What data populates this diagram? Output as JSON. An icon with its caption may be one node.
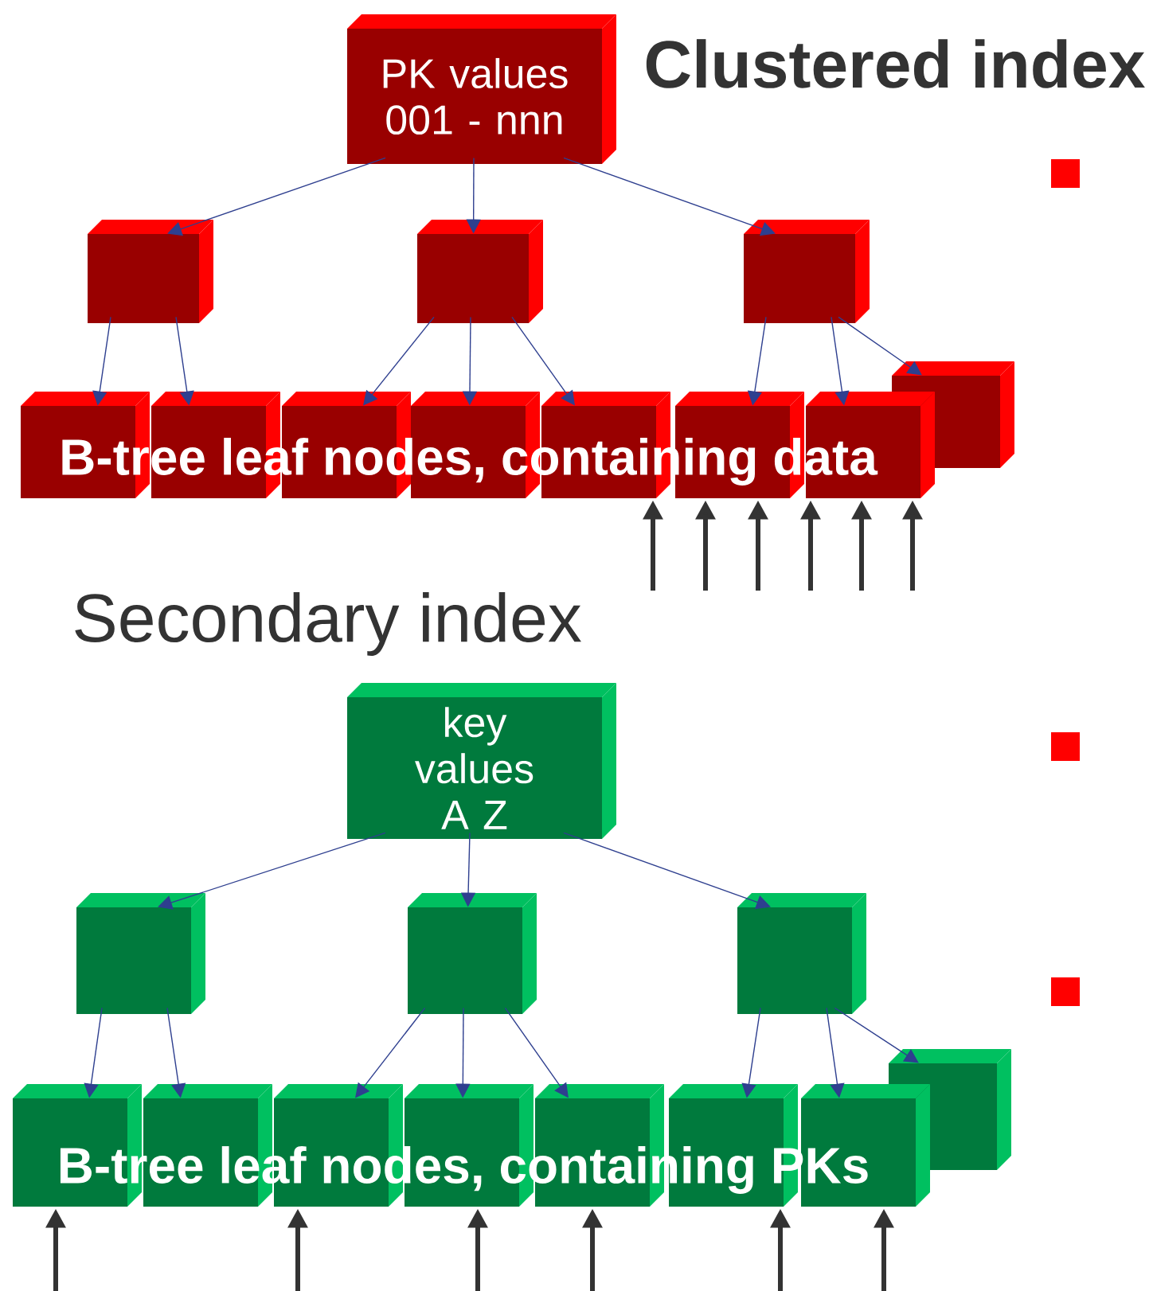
{
  "diagram": {
    "nodes": [
      {
        "text": [
          "PK values 001 - nnn"
        ]
      },
      {
        "text": [],
        "shape": "box"
      },
      {
        "text": [],
        "shape": "box"
      },
      {
        "text": [],
        "shape": "box"
      },
      {
        "text": [],
        "shape": "box"
      },
      {
        "text": [],
        "shape": "box"
      },
      {
        "text": [],
        "shape": "box"
      },
      {
        "text": [],
        "shape": "box"
      },
      {
        "text": [],
        "shape": "box"
      },
      {
        "text": [],
        "shape": "box"
      },
      {
        "text": [],
        "shape": "box"
      },
      {
        "text": [],
        "shape": "box"
      },
      {
        "text": [
          "key values A Z"
        ]
      },
      {
        "text": [],
        "shape": "box"
      },
      {
        "text": [],
        "shape": "box"
      },
      {
        "text": [],
        "shape": "box"
      },
      {
        "text": [],
        "shape": "box"
      },
      {
        "text": [],
        "shape": "box"
      },
      {
        "text": [],
        "shape": "box"
      },
      {
        "text": [],
        "shape": "box"
      },
      {
        "text": [],
        "shape": "box"
      },
      {
        "text": [],
        "shape": "box"
      },
      {
        "text": [],
        "shape": "box"
      },
      {
        "text": [],
        "shape": "box"
      }
    ],
    "edges": [
      {
        "from": 0,
        "to": 1,
        "arrow": "to"
      },
      {
        "from": 0,
        "to": 2,
        "arrow": "to"
      },
      {
        "from": 0,
        "to": 3,
        "arrow": "to"
      },
      {
        "from": 1,
        "to": 4,
        "arrow": "to"
      },
      {
        "from": 1,
        "to": 5,
        "arrow": "to"
      },
      {
        "from": 2,
        "to": 6,
        "arrow": "to"
      },
      {
        "from": 2,
        "to": 7,
        "arrow": "to"
      },
      {
        "from": 2,
        "to": 8,
        "arrow": "to"
      },
      {
        "from": 3,
        "to": 9,
        "arrow": "to"
      },
      {
        "from": 3,
        "to": 10,
        "arrow": "to"
      },
      {
        "from": 3,
        "to": 11,
        "arrow": "to"
      },
      {
        "from": null,
        "to": 8,
        "arrow": "to",
        "style": "thick",
        "color": "#333333"
      },
      {
        "from": null,
        "to": 9,
        "arrow": "to",
        "style": "thick",
        "color": "#333333"
      },
      {
        "from": null,
        "to": 9,
        "arrow": "to",
        "style": "thick",
        "color": "#333333"
      },
      {
        "from": null,
        "to": 10,
        "arrow": "to",
        "style": "thick",
        "color": "#333333"
      },
      {
        "from": null,
        "to": 10,
        "arrow": "to",
        "style": "thick",
        "color": "#333333"
      },
      {
        "from": null,
        "to": 10,
        "arrow": "to",
        "style": "thick",
        "color": "#333333"
      },
      {
        "from": 12,
        "to": 13,
        "arrow": "to"
      },
      {
        "from": 12,
        "to": 14,
        "arrow": "to"
      },
      {
        "from": 12,
        "to": 15,
        "arrow": "to"
      },
      {
        "from": 13,
        "to": 16,
        "arrow": "to"
      },
      {
        "from": 13,
        "to": 17,
        "arrow": "to"
      },
      {
        "from": 14,
        "to": 18,
        "arrow": "to"
      },
      {
        "from": 14,
        "to": 19,
        "arrow": "to"
      },
      {
        "from": 14,
        "to": 20,
        "arrow": "to"
      },
      {
        "from": 15,
        "to": 21,
        "arrow": "to"
      },
      {
        "from": 15,
        "to": 22,
        "arrow": "to"
      },
      {
        "from": 15,
        "to": 23,
        "arrow": "to"
      },
      {
        "from": null,
        "to": 16,
        "arrow": "to",
        "style": "thick",
        "color": "#333333"
      },
      {
        "from": null,
        "to": 18,
        "arrow": "to",
        "style": "thick",
        "color": "#333333"
      },
      {
        "from": null,
        "to": 19,
        "arrow": "to",
        "style": "thick",
        "color": "#333333"
      },
      {
        "from": null,
        "to": 20,
        "arrow": "to",
        "style": "thick",
        "color": "#333333"
      },
      {
        "from": null,
        "to": 21,
        "arrow": "to",
        "style": "thick",
        "color": "#333333"
      },
      {
        "from": null,
        "to": 22,
        "arrow": "to",
        "style": "thick",
        "color": "#333333"
      }
    ],
    "labels": [
      "Clustered index",
      "B-tree leaf nodes, containing data",
      "Secondary index",
      "B-tree leaf nodes, containing PKs"
    ]
  }
}
